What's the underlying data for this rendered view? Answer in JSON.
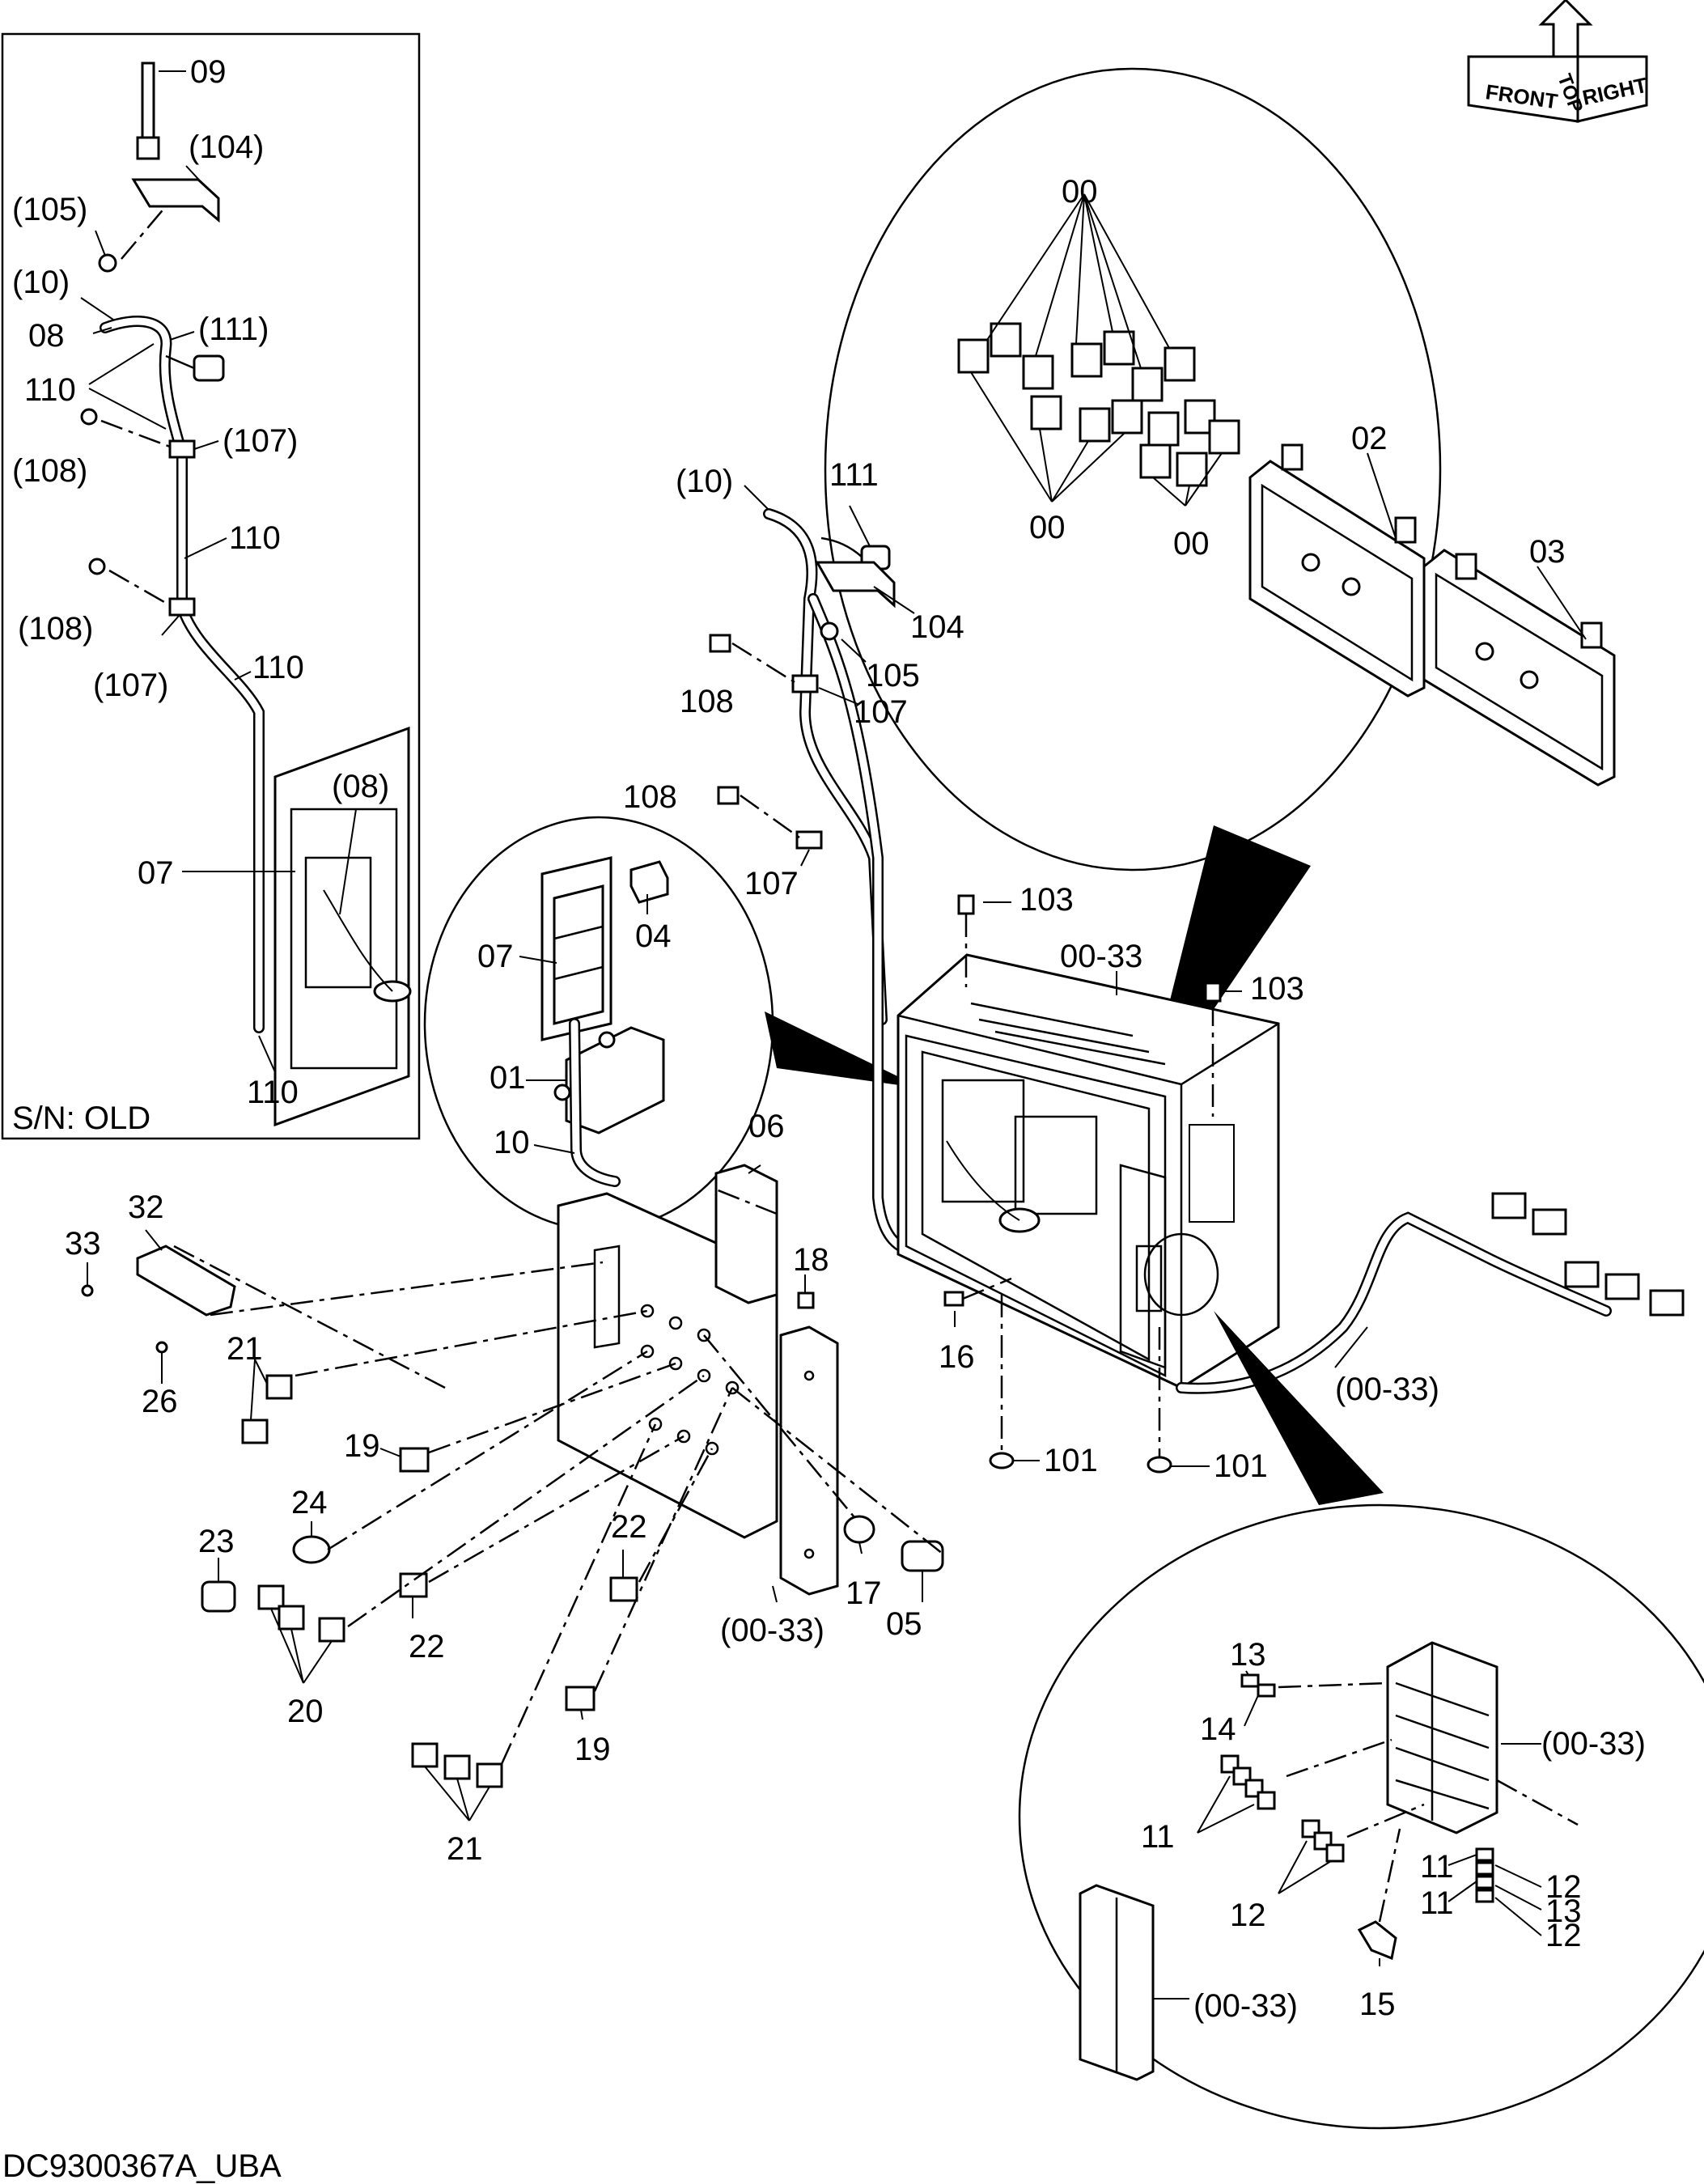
{
  "drawing_id": "DC9300367A_UBA",
  "inset": {
    "caption": "S/N: OLD",
    "labels": {
      "p09": "09",
      "p104": "(104)",
      "p105": "(105)",
      "p10": "(10)",
      "p08": "08",
      "p111": "(111)",
      "p110a": "110",
      "p107a": "(107)",
      "p108a": "(108)",
      "p110b": "110",
      "p108b": "(108)",
      "p107b": "(107)",
      "p110c": "110",
      "p08b": "(08)",
      "p07": "07",
      "p110d": "110"
    }
  },
  "orientation_block": {
    "front": "FRONT",
    "right": "RIGHT",
    "top": "TOP"
  },
  "detail_relays": {
    "labels": {
      "p00a": "00",
      "p00b": "00",
      "p00c": "00",
      "p02": "02",
      "p03": "03"
    }
  },
  "detail_controller": {
    "labels": {
      "p07": "07",
      "p04": "04",
      "p01": "01",
      "p10": "10"
    }
  },
  "detail_fusebox": {
    "labels": {
      "p13a": "13",
      "p14": "14",
      "p0033a": "(00-33)",
      "p11a": "11",
      "p12a": "12",
      "p11b": "11",
      "p12b": "12",
      "p11c": "11",
      "p13b": "13",
      "p12c": "12",
      "p15": "15",
      "p0033b": "(00-33)"
    }
  },
  "main": {
    "labels": {
      "p10": "(10)",
      "p111": "111",
      "p104": "104",
      "p105": "105",
      "p108a": "108",
      "p107a": "107",
      "p108b": "108",
      "p107b": "107",
      "p103a": "103",
      "p103b": "103",
      "p0033a": "00-33",
      "p16": "16",
      "p101a": "101",
      "p101b": "101",
      "p0033b": "(00-33)",
      "p06": "06",
      "p18": "18",
      "p33": "33",
      "p32": "32",
      "p26": "26",
      "p21a": "21",
      "p19a": "19",
      "p24": "24",
      "p23": "23",
      "p20": "20",
      "p22a": "22",
      "p22b": "22",
      "p17": "17",
      "p05": "05",
      "p0033c": "(00-33)",
      "p19b": "19",
      "p21b": "21"
    }
  }
}
